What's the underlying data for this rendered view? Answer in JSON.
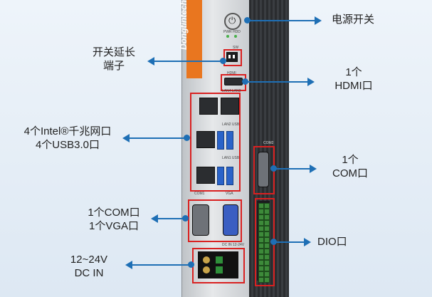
{
  "device": {
    "brand": "Dongtintech",
    "silk": {
      "pwr_hdd": "PWR HDD",
      "sw": "SW",
      "hdmi": "HDMI",
      "lan_top": "LAN4 LAN3",
      "lan_mid": "LAN2 USB",
      "lan_bot": "LAN1 USB",
      "com1": "COM1",
      "vga": "VGA",
      "com2": "COM2",
      "dcin": "DC IN 12-24V"
    }
  },
  "callouts": {
    "power_switch": "电源开关",
    "switch_ext_line1": "开关延长",
    "switch_ext_line2": "端子",
    "hdmi_line1": "1个",
    "hdmi_line2": "HDMI口",
    "lan_line1": "4个Intel®千兆网口",
    "lan_line2": "4个USB3.0口",
    "com_line1": "1个",
    "com_line2": "COM口",
    "comvga_line1": "1个COM口",
    "comvga_line2": "1个VGA口",
    "dio": "DIO口",
    "dc_line1": "12~24V",
    "dc_line2": "DC IN"
  },
  "colors": {
    "accent": "#1e6fb5",
    "highlight": "#d92121",
    "brand": "#e9761f"
  }
}
